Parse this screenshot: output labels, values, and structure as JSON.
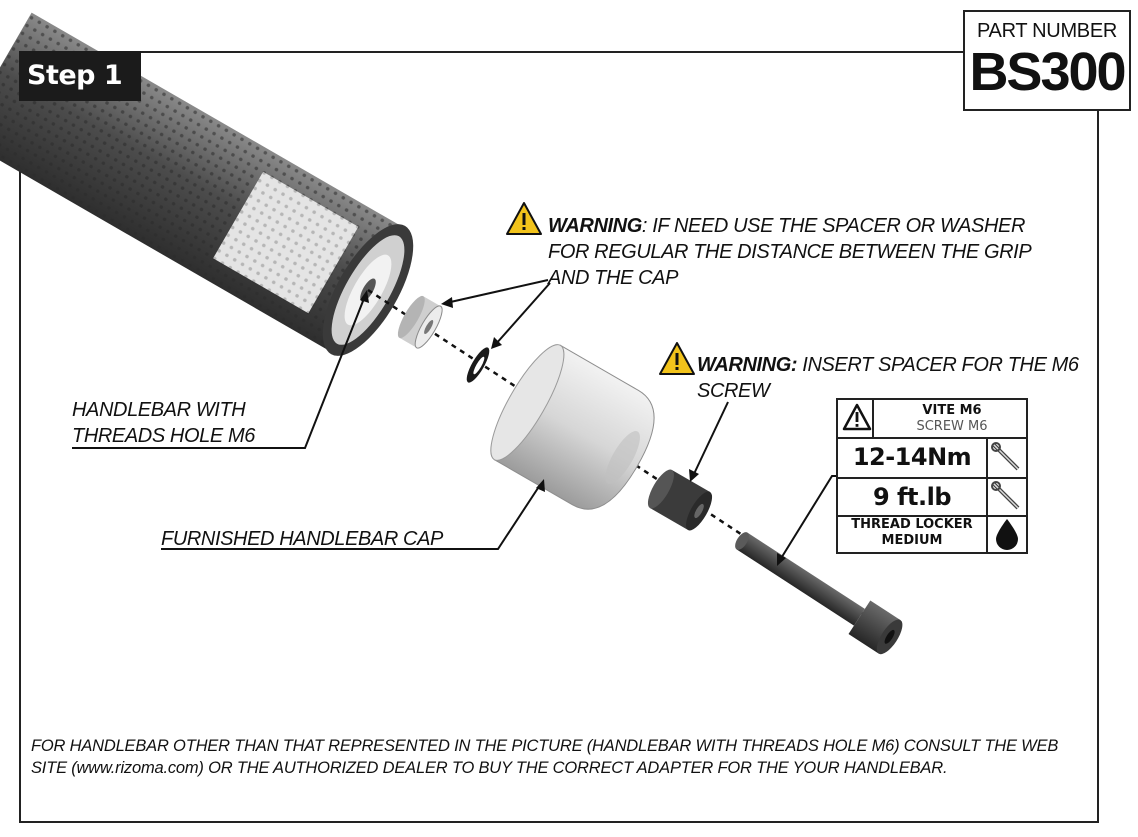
{
  "header": {
    "step_label": "Step 1",
    "part_number_label": "PART NUMBER",
    "part_number": "BS300"
  },
  "callouts": {
    "warning1_bold": "WARNING",
    "warning1_text": ": IF NEED USE THE SPACER OR WASHER FOR REGULAR THE DISTANCE BETWEEN THE GRIP AND THE CAP",
    "warning2_bold": "WARNING:",
    "warning2_text": " INSERT SPACER FOR THE M6 SCREW",
    "handlebar_label_line1": "HANDLEBAR WITH",
    "handlebar_label_line2": "THREADS HOLE M6",
    "cap_label": "FURNISHED HANDLEBAR CAP"
  },
  "torque_table": {
    "vite": "VITE M6",
    "screw": "SCREW M6",
    "torque_nm": "12-14Nm",
    "torque_ftlb": "9 ft.lb",
    "thread_locker_line1": "THREAD LOCKER",
    "thread_locker_line2": "MEDIUM"
  },
  "footer": {
    "note": "FOR HANDLEBAR OTHER THAN THAT REPRESENTED IN THE PICTURE (HANDLEBAR WITH THREADS HOLE M6) CONSULT THE WEB SITE (www.rizoma.com) OR THE AUTHORIZED DEALER TO BUY THE CORRECT ADAPTER FOR THE YOUR HANDLEBAR."
  },
  "colors": {
    "warning_yellow": "#f2c31b",
    "grip_dark": "#4a4a4a",
    "part_light": "#d9d9d9",
    "ink": "#111111"
  }
}
